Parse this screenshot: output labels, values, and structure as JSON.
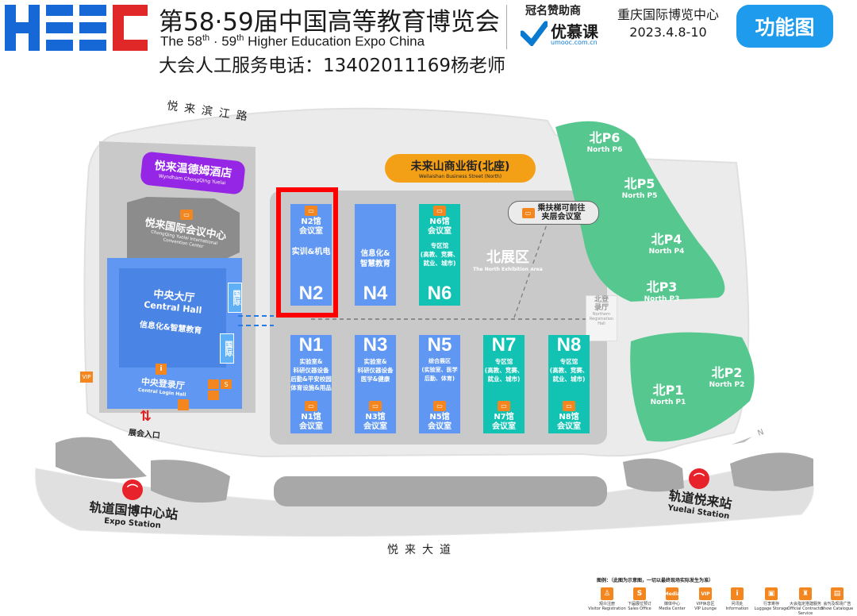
{
  "header": {
    "title": "第58·59届中国高等教育博览会",
    "subtitle_pre": "The 58",
    "subtitle_sup1": "th",
    "subtitle_mid": " · 59",
    "subtitle_sup2": "th",
    "subtitle_post": " Higher Education Expo China",
    "phone": "大会人工服务电话：13402011169杨老师",
    "sponsor_label": "冠名赞助商",
    "sponsor_name": "优慕课",
    "sponsor_url": "umooc.com.cn",
    "venue_name": "重庆国际博览中心",
    "venue_date": "2023.4.8-10",
    "function_button": "功能图"
  },
  "roads": {
    "top": "悦来滨江路",
    "bottom": "悦来大道"
  },
  "buildings": {
    "hotel_cn": "悦来温德姆酒店",
    "hotel_en": "Wyndham ChongQing Yuelai",
    "conv_cn": "悦来国际会议中心",
    "conv_en": "ChongQing Yuelai International Convention Center",
    "central_cn": "中央大厅",
    "central_en": "Central Hall",
    "central_desc": "信息化&智慧教育",
    "intl_tag": "国际",
    "login_cn": "中央登录厅",
    "login_en": "Central Login Hall",
    "vip": "VIP",
    "entrance": "展会入口",
    "street_cn": "未来山商业街(北座)",
    "street_en": "Weilaishan Business Street (North)",
    "north_area_cn": "北展区",
    "north_area_en": "The North Exhibition Area",
    "escalator_note": "乘扶梯可前往\n夹层会议室",
    "north_reg_cn": "北登\n录厅",
    "north_reg_en": "Northern\nRegistration\nHall"
  },
  "halls_top": [
    {
      "code": "N2",
      "room": "N2馆\n会议室",
      "desc": "实训&机电"
    },
    {
      "code": "N4",
      "room": "",
      "desc": "信息化&\n智慧教育"
    },
    {
      "code": "N6",
      "room": "N6馆\n会议室",
      "desc": "专区馆\n(高教、竞赛、\n就业、城市)"
    }
  ],
  "halls_bottom": [
    {
      "code": "N1",
      "desc": "实验室&\n科研仪器设备\n后勤&平安校园\n体育设施&用品",
      "room": "N1馆\n会议室"
    },
    {
      "code": "N3",
      "desc": "实验室&\n科研仪器设备\n医学&健康",
      "room": "N3馆\n会议室"
    },
    {
      "code": "N5",
      "desc": "综合展区\n(实验室、医学\n后勤、体育)",
      "room": "N5馆\n会议室"
    },
    {
      "code": "N7",
      "desc": "专区馆\n(高教、竞赛、\n就业、城市)",
      "room": "N7馆\n会议室"
    },
    {
      "code": "N8",
      "desc": "专区馆\n(高教、竞赛、\n就业、城市)",
      "room": "N8馆\n会议室"
    }
  ],
  "parking": [
    {
      "cn": "北P6",
      "en": "North P6"
    },
    {
      "cn": "北P5",
      "en": "North P5"
    },
    {
      "cn": "北P4",
      "en": "North P4"
    },
    {
      "cn": "北P3",
      "en": "North P3"
    },
    {
      "cn": "北P2",
      "en": "North P2"
    },
    {
      "cn": "北P1",
      "en": "North P1"
    }
  ],
  "stations": {
    "expo_cn": "轨道国博中心站",
    "expo_en": "Expo Station",
    "yuelai_cn": "轨道悦来站",
    "yuelai_en": "Yuelai Station"
  },
  "legend": {
    "title": "图例：（此图为示意图，一切以最终现场实际发生为准）",
    "items": [
      {
        "glyph": "♙",
        "label": "观众注册\nVisitor Registration"
      },
      {
        "glyph": "S",
        "label": "下届展位预订\nSales Office"
      },
      {
        "glyph": "Media",
        "label": "媒体中心\nMedia Center"
      },
      {
        "glyph": "VIP",
        "label": "VIP休息区\nVIP Lounge"
      },
      {
        "glyph": "i",
        "label": "问讯处\nInformation"
      },
      {
        "glyph": "▣",
        "label": "行李寄存\nLuggage Storage"
      },
      {
        "glyph": "♜",
        "label": "大会指定搭建服务\nOfficial Contractor Service"
      },
      {
        "glyph": "▤",
        "label": "会刊及现场广告\nShow Catalogue"
      }
    ]
  },
  "colors": {
    "hall_blue": "#5f97f2",
    "hall_teal": "#12c3b3",
    "parking_green": "#56c88f",
    "hotel_purple": "#9626e6",
    "street_orange": "#f4a016",
    "highlight_red": "#ff0000",
    "button_blue": "#1f9bee",
    "station_red": "#e8222a"
  }
}
